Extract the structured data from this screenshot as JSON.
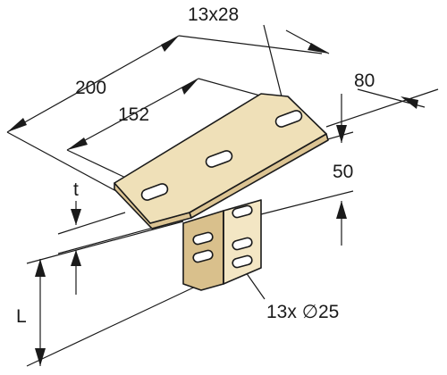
{
  "drawing": {
    "colors": {
      "line": "#1a1a1a",
      "plate_top": "#efe0b8",
      "plate_edge": "#dcc493",
      "post_light": "#f3e6c4",
      "post_dark": "#d9c08c",
      "slot": "#ffffff"
    },
    "labels": {
      "slot_size": "13x28",
      "plate_length": "200",
      "hole_spacing": "152",
      "plate_width": "80",
      "post_width": "50",
      "thickness": "t",
      "post_length": "L",
      "post_holes": "13x ∅25"
    }
  }
}
